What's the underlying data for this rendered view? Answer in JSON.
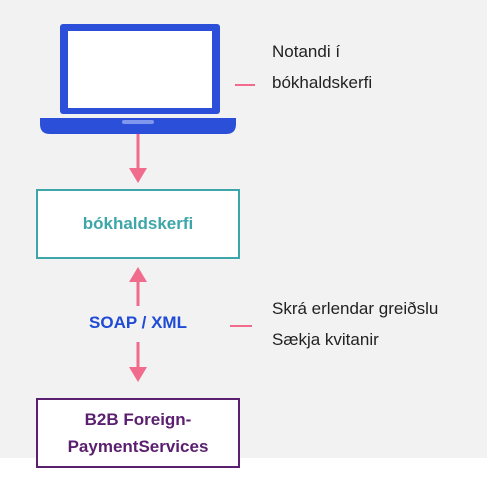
{
  "diagram": {
    "user_note": {
      "line1": "Notandi í",
      "line2": "bókhaldskerfi"
    },
    "system_box": {
      "label": "bókhaldskerfi"
    },
    "protocol_label": "SOAP / XML",
    "action_note": {
      "line1": "Skrá erlendar greiðslu",
      "line2": "Sækja kvitanir"
    },
    "service_box": {
      "line1": "B2B Foreign-",
      "line2": "PaymentServices"
    }
  },
  "colors": {
    "background": "#f2f2f2",
    "laptop_blue": "#2b4fd9",
    "system_teal": "#3ea6a9",
    "service_purple": "#5a1f6e",
    "protocol_blue": "#1f4bd6",
    "arrow_pink": "#f06b8c"
  },
  "icons": {
    "laptop": "laptop-icon"
  }
}
